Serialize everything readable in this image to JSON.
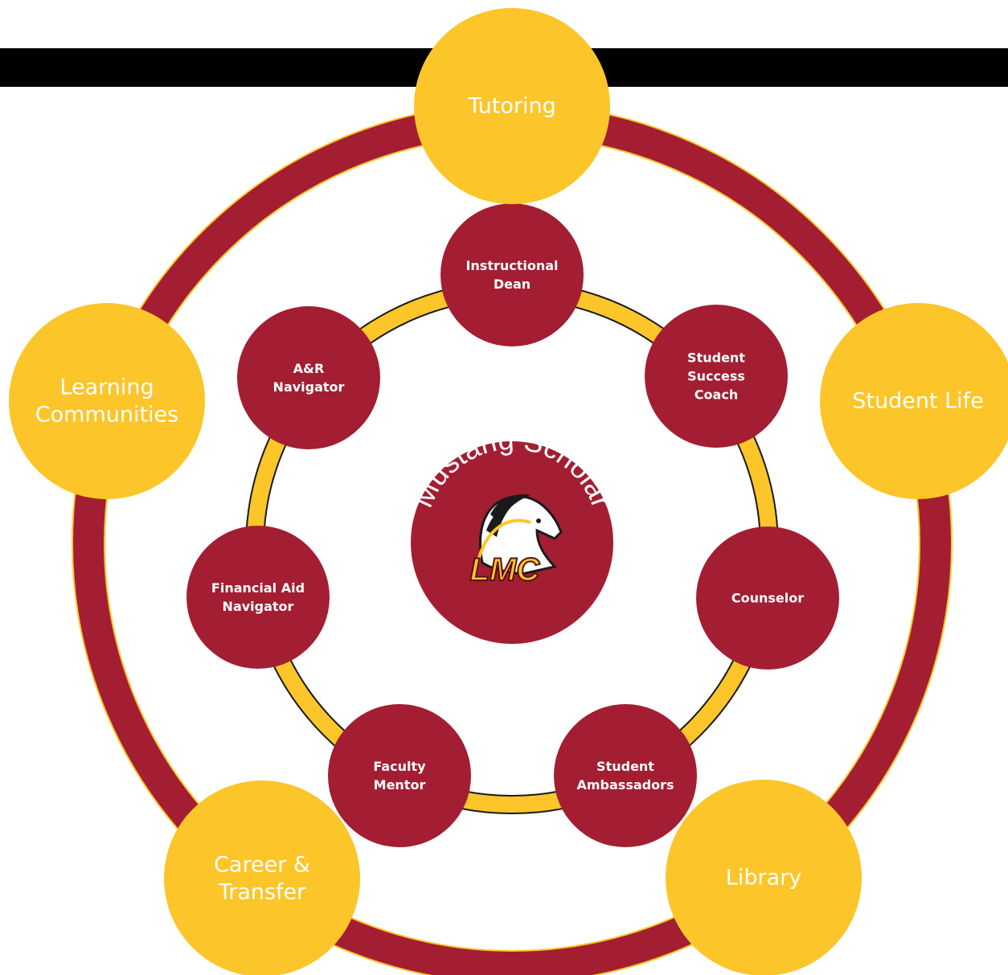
{
  "colors": {
    "maroon": "#A31E32",
    "gold": "#FCC52A",
    "black": "#000000",
    "white": "#FFFFFF"
  },
  "center": {
    "title": "Mustang Scholar",
    "logo_text": "LMC",
    "logo_icon": "mustang-horse-head-icon"
  },
  "inner_nodes": [
    {
      "id": "instructional-dean",
      "lines": [
        "Instructional",
        "Dean"
      ]
    },
    {
      "id": "student-success-coach",
      "lines": [
        "Student",
        "Success",
        "Coach"
      ]
    },
    {
      "id": "counselor",
      "lines": [
        "Counselor"
      ]
    },
    {
      "id": "student-ambassadors",
      "lines": [
        "Student",
        "Ambassadors"
      ]
    },
    {
      "id": "faculty-mentor",
      "lines": [
        "Faculty",
        "Mentor"
      ]
    },
    {
      "id": "financial-aid-navigator",
      "lines": [
        "Financial Aid",
        "Navigator"
      ]
    },
    {
      "id": "ar-navigator",
      "lines": [
        "A&R",
        "Navigator"
      ]
    }
  ],
  "outer_nodes": [
    {
      "id": "tutoring",
      "lines": [
        "Tutoring"
      ]
    },
    {
      "id": "student-life",
      "lines": [
        "Student Life"
      ]
    },
    {
      "id": "library",
      "lines": [
        "Library"
      ]
    },
    {
      "id": "career-transfer",
      "lines": [
        "Career &",
        "Transfer"
      ]
    },
    {
      "id": "learning-communities",
      "lines": [
        "Learning",
        "Communities"
      ]
    }
  ]
}
